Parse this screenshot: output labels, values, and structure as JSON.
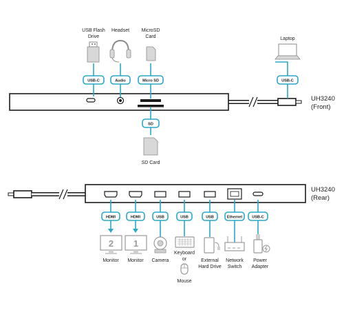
{
  "product": {
    "name": "UH3240",
    "front_label": "(Front)",
    "rear_label": "(Rear)"
  },
  "front_top_devices": [
    {
      "label_lines": [
        "USB Flash",
        "Drive"
      ],
      "badge": "USB-C"
    },
    {
      "label_lines": [
        "Headset"
      ],
      "badge": "Audio"
    },
    {
      "label_lines": [
        "MicroSD",
        "Card"
      ],
      "badge": "Micro SD"
    }
  ],
  "laptop": {
    "label": "Laptop",
    "badge": "USB-C"
  },
  "front_bottom_device": {
    "label": "SD Card",
    "badge": "SD"
  },
  "rear_devices": [
    {
      "label_lines": [
        "Monitor"
      ],
      "badge": "HDMI",
      "screen_number": "2"
    },
    {
      "label_lines": [
        "Monitor"
      ],
      "badge": "HDMI",
      "screen_number": "1"
    },
    {
      "label_lines": [
        "Camera"
      ],
      "badge": "USB"
    },
    {
      "label_lines": [
        "Keyboard",
        "or"
      ],
      "badge": "USB",
      "extra_label": "Mouse"
    },
    {
      "label_lines": [
        "External",
        "Hard Drive"
      ],
      "badge": "USB"
    },
    {
      "label_lines": [
        "Network",
        "Switch"
      ],
      "badge": "Ethernet"
    },
    {
      "label_lines": [
        "Power",
        "Adapter"
      ],
      "badge": "USB-C"
    }
  ],
  "colors": {
    "accent": "#29a8c9",
    "outline": "#1a1a1a",
    "device_gray": "#8a8a8a"
  }
}
